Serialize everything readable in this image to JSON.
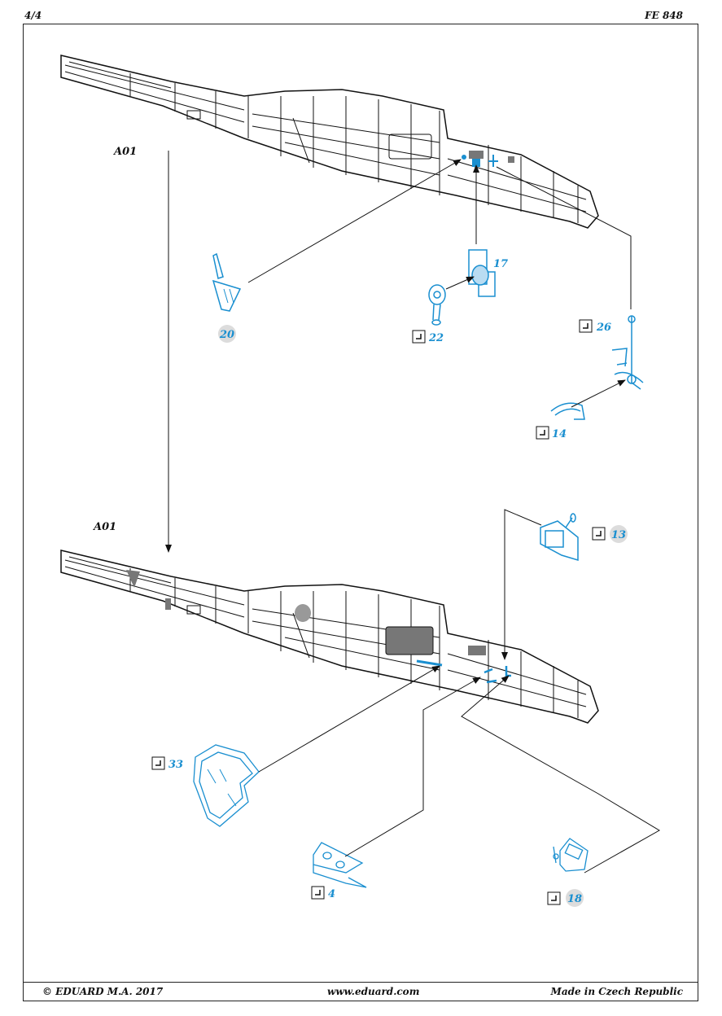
{
  "header": {
    "page_number": "4/4",
    "document_code": "FE 848"
  },
  "footer": {
    "copyright": "© EDUARD  M.A. 2017",
    "website": "www.eduard.com",
    "origin": "Made in Czech Republic"
  },
  "colors": {
    "part_blue": "#1a8fd0",
    "outline": "#111111",
    "shade_gray": "#777777",
    "badge_gray": "#dcdcdc"
  },
  "steps": [
    {
      "reference_part": "A01",
      "parts": [
        {
          "number": "20",
          "badge": "circle",
          "bend_symbol": false
        },
        {
          "number": "17",
          "badge": "none",
          "bend_symbol": false
        },
        {
          "number": "22",
          "badge": "none",
          "bend_symbol": true
        },
        {
          "number": "26",
          "badge": "none",
          "bend_symbol": true
        },
        {
          "number": "14",
          "badge": "none",
          "bend_symbol": true
        }
      ]
    },
    {
      "reference_part": "A01",
      "parts": [
        {
          "number": "13",
          "badge": "circle",
          "bend_symbol": true
        },
        {
          "number": "33",
          "badge": "none",
          "bend_symbol": true
        },
        {
          "number": "4",
          "badge": "none",
          "bend_symbol": true
        },
        {
          "number": "18",
          "badge": "circle",
          "bend_symbol": true
        }
      ]
    }
  ],
  "icons": {
    "bend": "bend-arrow-icon"
  }
}
